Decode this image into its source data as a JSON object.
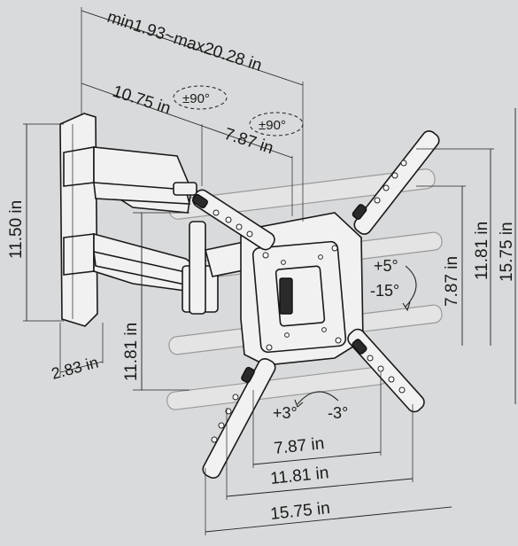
{
  "dimensions": {
    "extension": "min1.93~max20.28 in",
    "arm_1": "10.75 in",
    "arm_2": "7.87 in",
    "wall_plate_height": "11.50 in",
    "wall_plate_depth": "2.83 in",
    "left_vertical": "11.81 in",
    "right_vertical_1": "7.87 in",
    "right_vertical_2": "11.81 in",
    "right_vertical_3": "15.75 in",
    "bottom_1": "7.87 in",
    "bottom_2": "11.81 in",
    "bottom_3": "15.75 in"
  },
  "rotations": {
    "swivel_1": "±90°",
    "swivel_2": "±90°",
    "tilt_up": "+5°",
    "tilt_down": "-15°",
    "level_plus": "+3°",
    "level_minus": "-3°"
  },
  "colors": {
    "background": "#d9dadb",
    "line": "#1a1a1a"
  }
}
